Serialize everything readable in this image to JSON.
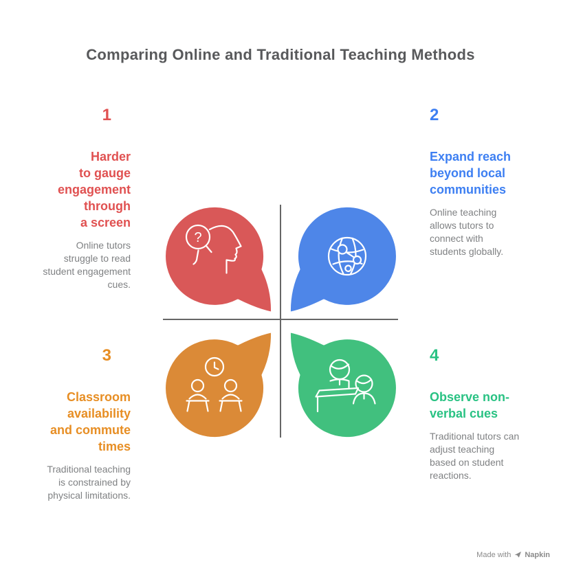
{
  "title": "Comparing Online and Traditional Teaching Methods",
  "colors": {
    "title_text": "#58595B",
    "body_text": "#7F8183",
    "divider": "#666666",
    "footer_text": "#8A8A8A"
  },
  "quadrants": [
    {
      "number": "1",
      "title": "Harder to gauge engagement through a screen",
      "description": "Online tutors struggle to read student engagement cues.",
      "accent_color": "#E05151",
      "bubble_color": "#D95858",
      "icon": "head-question-magnifier-icon"
    },
    {
      "number": "2",
      "title": "Expand reach beyond local communities",
      "description": "Online teaching allows tutors to connect with students globally.",
      "accent_color": "#3D7FF2",
      "bubble_color": "#4E86E8",
      "icon": "globe-network-icon"
    },
    {
      "number": "3",
      "title": "Classroom availability and commute times",
      "description": "Traditional teaching is constrained by physical limitations.",
      "accent_color": "#E78E24",
      "bubble_color": "#DB8A37",
      "icon": "classroom-clock-students-icon"
    },
    {
      "number": "4",
      "title": "Observe non-verbal cues",
      "description": "Traditional tutors can adjust teaching based on student reactions.",
      "accent_color": "#29C283",
      "bubble_color": "#41C07E",
      "icon": "teacher-student-desk-icon"
    }
  ],
  "icons": {
    "question_mark": "?"
  },
  "footer": {
    "made_with_label": "Made with",
    "brand_label": "Napkin"
  }
}
